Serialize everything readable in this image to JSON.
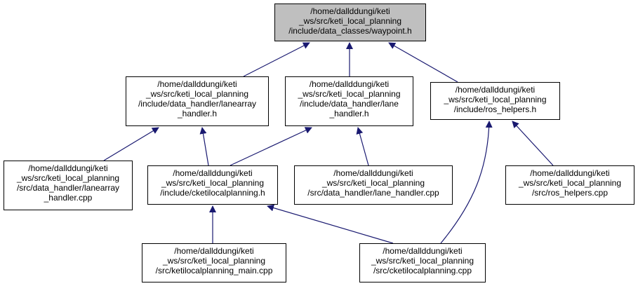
{
  "colors": {
    "edge": "#191970",
    "root_fill": "#bfbfbf",
    "node_fill": "#ffffff",
    "border": "#000000"
  },
  "nodes": [
    {
      "id": "waypoint_h",
      "lines": [
        "/home/dallddungi/keti",
        "_ws/src/keti_local_planning",
        "/include/data_classes/waypoint.h"
      ]
    },
    {
      "id": "lanearray_handler_h",
      "lines": [
        "/home/dallddungi/keti",
        "_ws/src/keti_local_planning",
        "/include/data_handler/lanearray",
        "_handler.h"
      ]
    },
    {
      "id": "lane_handler_h",
      "lines": [
        "/home/dallddungi/keti",
        "_ws/src/keti_local_planning",
        "/include/data_handler/lane",
        "_handler.h"
      ]
    },
    {
      "id": "ros_helpers_h",
      "lines": [
        "/home/dallddungi/keti",
        "_ws/src/keti_local_planning",
        "/include/ros_helpers.h"
      ]
    },
    {
      "id": "lanearray_handler_cpp",
      "lines": [
        "/home/dallddungi/keti",
        "_ws/src/keti_local_planning",
        "/src/data_handler/lanearray",
        "_handler.cpp"
      ]
    },
    {
      "id": "cketilocalplanning_h",
      "lines": [
        "/home/dallddungi/keti",
        "_ws/src/keti_local_planning",
        "/include/cketilocalplanning.h"
      ]
    },
    {
      "id": "lane_handler_cpp",
      "lines": [
        "/home/dallddungi/keti",
        "_ws/src/keti_local_planning",
        "/src/data_handler/lane_handler.cpp"
      ]
    },
    {
      "id": "ros_helpers_cpp",
      "lines": [
        "/home/dallddungi/keti",
        "_ws/src/keti_local_planning",
        "/src/ros_helpers.cpp"
      ]
    },
    {
      "id": "ketilocalplanning_main_cpp",
      "lines": [
        "/home/dallddungi/keti",
        "_ws/src/keti_local_planning",
        "/src/ketilocalplanning_main.cpp"
      ]
    },
    {
      "id": "cketilocalplanning_cpp",
      "lines": [
        "/home/dallddungi/keti",
        "_ws/src/keti_local_planning",
        "/src/cketilocalplanning.cpp"
      ]
    }
  ],
  "edges": [
    {
      "from": "lanearray_handler_h",
      "to": "waypoint_h"
    },
    {
      "from": "lane_handler_h",
      "to": "waypoint_h"
    },
    {
      "from": "ros_helpers_h",
      "to": "waypoint_h"
    },
    {
      "from": "lanearray_handler_cpp",
      "to": "lanearray_handler_h"
    },
    {
      "from": "cketilocalplanning_h",
      "to": "lanearray_handler_h"
    },
    {
      "from": "cketilocalplanning_h",
      "to": "lane_handler_h"
    },
    {
      "from": "lane_handler_cpp",
      "to": "lane_handler_h"
    },
    {
      "from": "ros_helpers_cpp",
      "to": "ros_helpers_h"
    },
    {
      "from": "cketilocalplanning_cpp",
      "to": "ros_helpers_h"
    },
    {
      "from": "ketilocalplanning_main_cpp",
      "to": "cketilocalplanning_h"
    },
    {
      "from": "cketilocalplanning_cpp",
      "to": "cketilocalplanning_h"
    }
  ]
}
